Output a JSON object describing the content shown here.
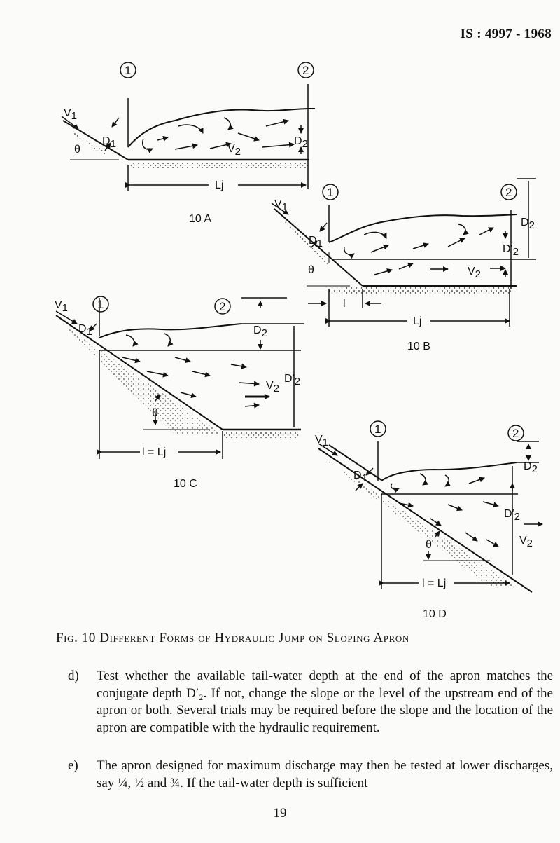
{
  "header": {
    "standard_no": "IS : 4997 - 1968"
  },
  "figure": {
    "panel_a": {
      "label": "10 A",
      "marker1": "1",
      "marker2": "2",
      "v1": "V",
      "v1_sub": "1",
      "d1": "D",
      "d1_sub": "1",
      "theta": "θ",
      "v2": "V",
      "v2_sub": "2",
      "d2": "D",
      "d2_sub": "2",
      "lj": "Lj"
    },
    "panel_b": {
      "label": "10 B",
      "marker1": "1",
      "marker2": "2",
      "v1": "V",
      "v1_sub": "1",
      "d1": "D",
      "d1_sub": "1",
      "theta": "θ",
      "v2": "V",
      "v2_sub": "2",
      "d2": "D",
      "d2_sub": "2",
      "d2p": "D′",
      "d2p_sub": "2",
      "l": "l",
      "lj": "Lj"
    },
    "panel_c": {
      "label": "10 C",
      "marker1": "1",
      "marker2": "2",
      "v1": "V",
      "v1_sub": "1",
      "d1": "D",
      "d1_sub": "1",
      "theta": "θ",
      "v2": "V",
      "v2_sub": "2",
      "d2": "D",
      "d2_sub": "2",
      "d2p": "D′",
      "d2p_sub": "2",
      "l": "l = Lj"
    },
    "panel_d": {
      "label": "10 D",
      "marker1": "1",
      "marker2": "2",
      "v1": "V",
      "v1_sub": "1",
      "d1": "D",
      "d1_sub": "1",
      "theta": "θ",
      "v2": "V",
      "v2_sub": "2",
      "d2": "D",
      "d2_sub": "2",
      "d2p": "D′",
      "d2p_sub": "2",
      "l": "l = Lj"
    },
    "caption": "Fig. 10 Different Forms of Hydraulic Jump on Sloping Apron"
  },
  "paragraphs": [
    {
      "tag": "d)",
      "text": "Test whether the available tail-water depth at the end of the apron matches the conjugate depth D′₂. If not, change the slope or the level of the upstream end of the apron or both. Several trials may be required before the slope and the location of the apron are compatible with the hydraulic requirement."
    },
    {
      "tag": "e)",
      "text": "The apron designed for maximum discharge may then be tested at lower discharges, say ¼, ½ and ¾. If the tail-water depth is sufficient"
    }
  ],
  "page_number": "19"
}
